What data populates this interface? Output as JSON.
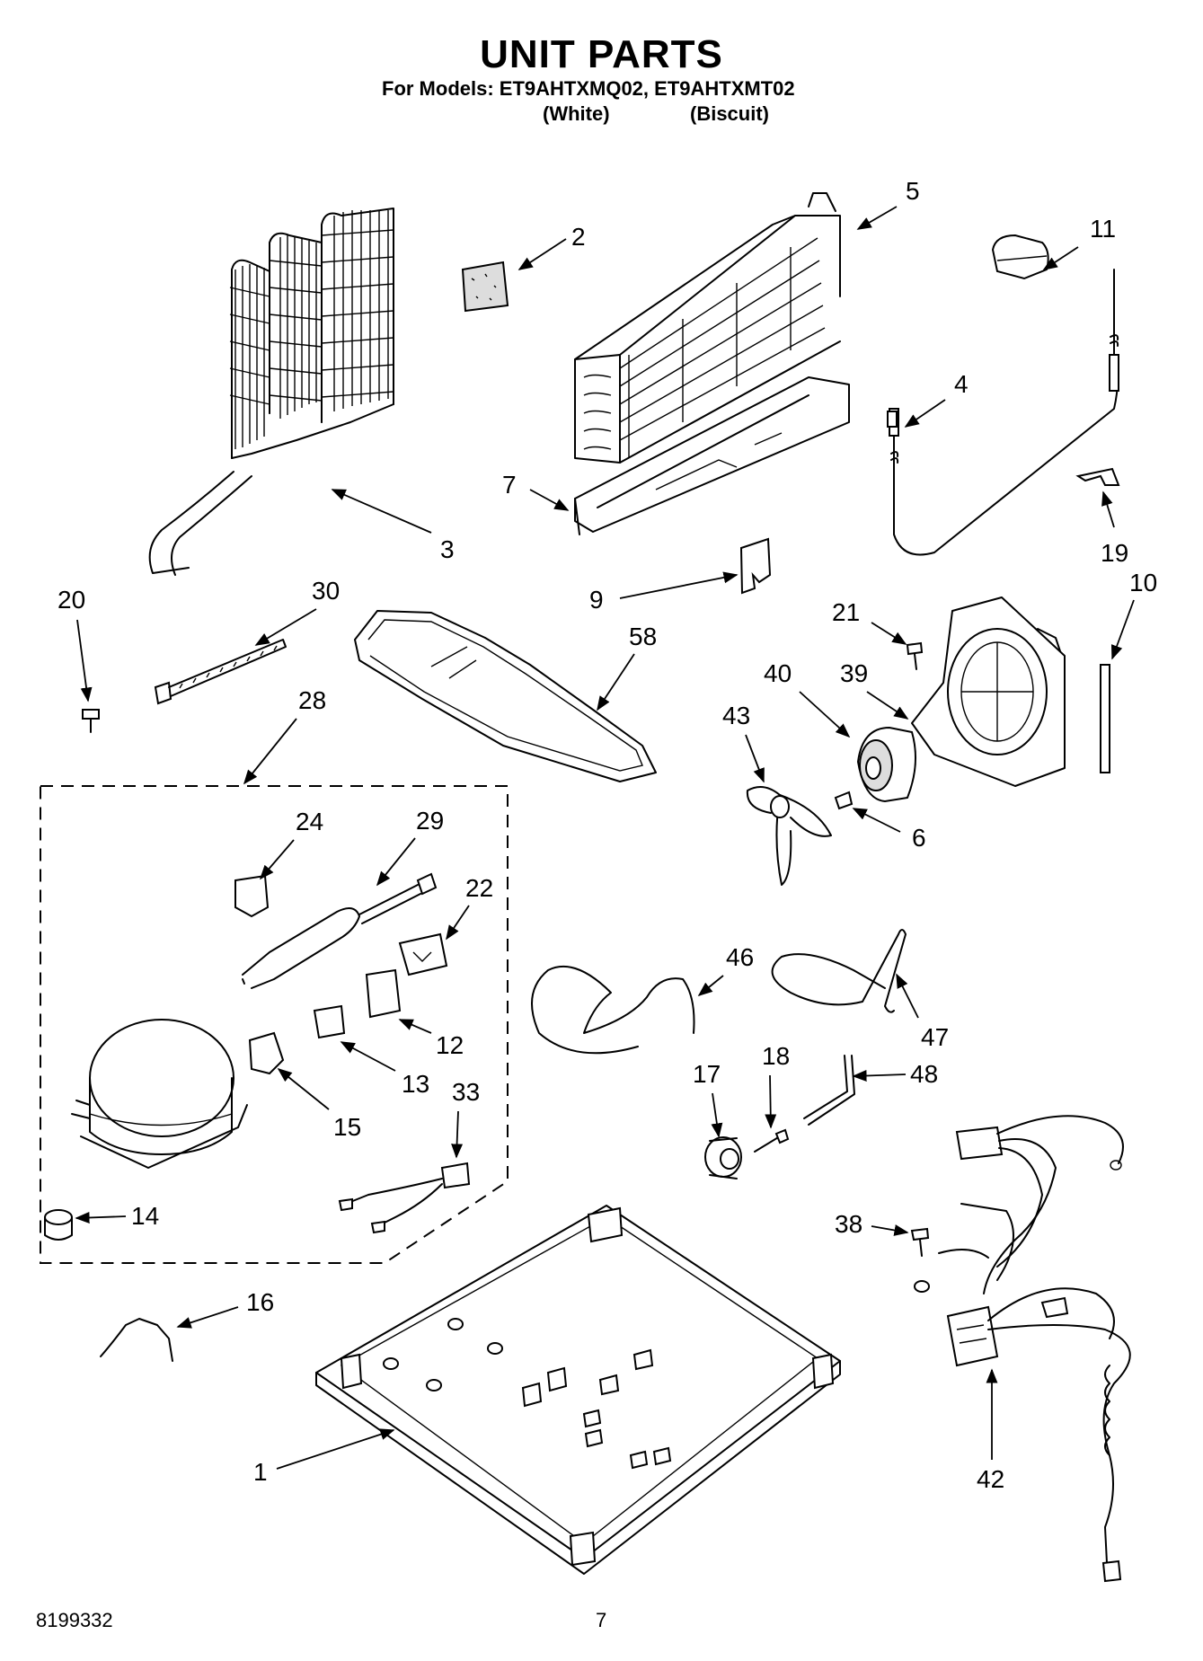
{
  "title": "UNIT PARTS",
  "subtitle": "For Models: ET9AHTXMQ02, ET9AHTXMT02",
  "model_colors": [
    "(White)",
    "(Biscuit)"
  ],
  "document_number": "8199332",
  "page_number": "7",
  "callouts": [
    "1",
    "2",
    "3",
    "4",
    "5",
    "6",
    "7",
    "9",
    "10",
    "11",
    "12",
    "13",
    "14",
    "15",
    "16",
    "17",
    "18",
    "19",
    "20",
    "21",
    "22",
    "24",
    "28",
    "29",
    "30",
    "33",
    "38",
    "39",
    "40",
    "42",
    "43",
    "46",
    "47",
    "48",
    "58"
  ]
}
